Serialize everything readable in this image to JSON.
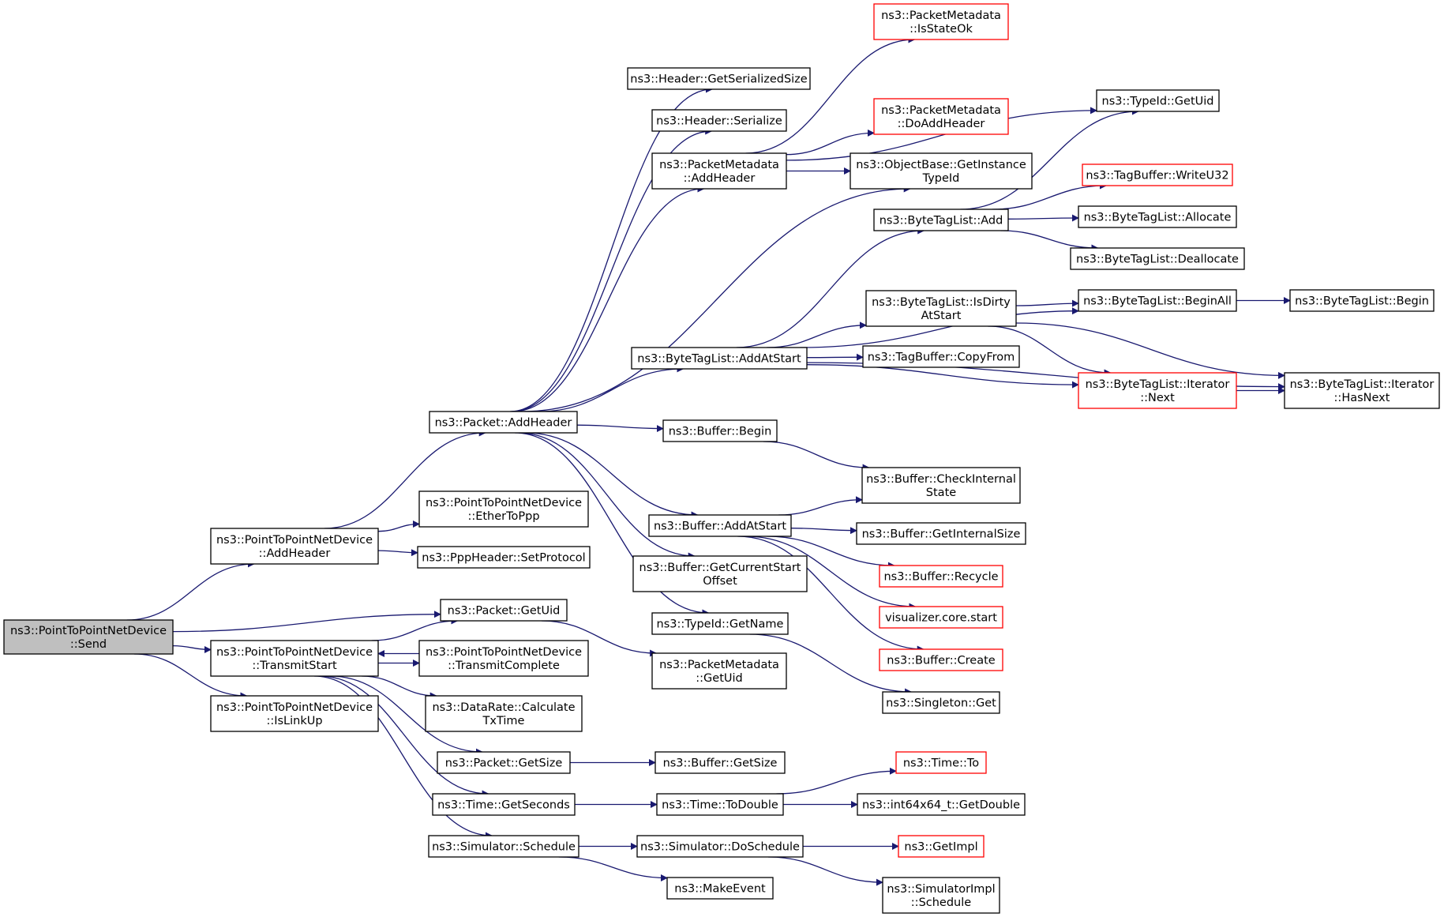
{
  "colors": {
    "edge": "#191970",
    "root_fill": "#bfbfbf",
    "node_border": "#000000",
    "undocumented_border": "#ff0000",
    "node_fill": "#ffffff"
  },
  "nodes": [
    {
      "id": "send",
      "lines": [
        "ns3::PointToPointNetDevice",
        "::Send"
      ],
      "kind": "root"
    },
    {
      "id": "p2p_addheader",
      "lines": [
        "ns3::PointToPointNetDevice",
        "::AddHeader"
      ],
      "kind": "normal"
    },
    {
      "id": "packet_getuid",
      "lines": [
        "ns3::Packet::GetUid"
      ],
      "kind": "normal"
    },
    {
      "id": "transmitstart",
      "lines": [
        "ns3::PointToPointNetDevice",
        "::TransmitStart"
      ],
      "kind": "normal"
    },
    {
      "id": "islinkup",
      "lines": [
        "ns3::PointToPointNetDevice",
        "::IsLinkUp"
      ],
      "kind": "normal"
    },
    {
      "id": "packet_addheader",
      "lines": [
        "ns3::Packet::AddHeader"
      ],
      "kind": "normal"
    },
    {
      "id": "ethertoppp",
      "lines": [
        "ns3::PointToPointNetDevice",
        "::EtherToPpp"
      ],
      "kind": "normal"
    },
    {
      "id": "setprotocol",
      "lines": [
        "ns3::PppHeader::SetProtocol"
      ],
      "kind": "normal"
    },
    {
      "id": "transmitcomplete",
      "lines": [
        "ns3::PointToPointNetDevice",
        "::TransmitComplete"
      ],
      "kind": "normal"
    },
    {
      "id": "calctxtime",
      "lines": [
        "ns3::DataRate::Calculate",
        "TxTime"
      ],
      "kind": "normal"
    },
    {
      "id": "packet_getsize",
      "lines": [
        "ns3::Packet::GetSize"
      ],
      "kind": "normal"
    },
    {
      "id": "time_getseconds",
      "lines": [
        "ns3::Time::GetSeconds"
      ],
      "kind": "normal"
    },
    {
      "id": "sim_schedule",
      "lines": [
        "ns3::Simulator::Schedule"
      ],
      "kind": "normal"
    },
    {
      "id": "header_getsersize",
      "lines": [
        "ns3::Header::GetSerializedSize"
      ],
      "kind": "normal"
    },
    {
      "id": "header_serialize",
      "lines": [
        "ns3::Header::Serialize"
      ],
      "kind": "normal"
    },
    {
      "id": "pm_addheader",
      "lines": [
        "ns3::PacketMetadata",
        "::AddHeader"
      ],
      "kind": "normal"
    },
    {
      "id": "btl_addatstart",
      "lines": [
        "ns3::ByteTagList::AddAtStart"
      ],
      "kind": "normal"
    },
    {
      "id": "buffer_begin",
      "lines": [
        "ns3::Buffer::Begin"
      ],
      "kind": "normal"
    },
    {
      "id": "buffer_addatstart",
      "lines": [
        "ns3::Buffer::AddAtStart"
      ],
      "kind": "normal"
    },
    {
      "id": "buffer_getcurstart",
      "lines": [
        "ns3::Buffer::GetCurrentStart",
        "Offset"
      ],
      "kind": "normal"
    },
    {
      "id": "typeid_getname",
      "lines": [
        "ns3::TypeId::GetName"
      ],
      "kind": "normal"
    },
    {
      "id": "pm_getuid",
      "lines": [
        "ns3::PacketMetadata",
        "::GetUid"
      ],
      "kind": "normal"
    },
    {
      "id": "buffer_getsize",
      "lines": [
        "ns3::Buffer::GetSize"
      ],
      "kind": "normal"
    },
    {
      "id": "time_todouble",
      "lines": [
        "ns3::Time::ToDouble"
      ],
      "kind": "normal"
    },
    {
      "id": "sim_doschedule",
      "lines": [
        "ns3::Simulator::DoSchedule"
      ],
      "kind": "normal"
    },
    {
      "id": "makeevent",
      "lines": [
        "ns3::MakeEvent"
      ],
      "kind": "normal"
    },
    {
      "id": "pm_isstateok",
      "lines": [
        "ns3::PacketMetadata",
        "::IsStateOk"
      ],
      "kind": "red"
    },
    {
      "id": "pm_doaddheader",
      "lines": [
        "ns3::PacketMetadata",
        "::DoAddHeader"
      ],
      "kind": "red"
    },
    {
      "id": "objbase_getinst",
      "lines": [
        "ns3::ObjectBase::GetInstance",
        "TypeId"
      ],
      "kind": "normal"
    },
    {
      "id": "btl_add",
      "lines": [
        "ns3::ByteTagList::Add"
      ],
      "kind": "normal"
    },
    {
      "id": "btl_isdirty",
      "lines": [
        "ns3::ByteTagList::IsDirty",
        "AtStart"
      ],
      "kind": "normal"
    },
    {
      "id": "tagbuffer_copyfrom",
      "lines": [
        "ns3::TagBuffer::CopyFrom"
      ],
      "kind": "normal"
    },
    {
      "id": "buffer_checkinternal",
      "lines": [
        "ns3::Buffer::CheckInternal",
        "State"
      ],
      "kind": "normal"
    },
    {
      "id": "buffer_getinternalsize",
      "lines": [
        "ns3::Buffer::GetInternalSize"
      ],
      "kind": "normal"
    },
    {
      "id": "buffer_recycle",
      "lines": [
        "ns3::Buffer::Recycle"
      ],
      "kind": "red"
    },
    {
      "id": "viz_start",
      "lines": [
        "visualizer.core.start"
      ],
      "kind": "red"
    },
    {
      "id": "buffer_create",
      "lines": [
        "ns3::Buffer::Create"
      ],
      "kind": "red"
    },
    {
      "id": "singleton_get",
      "lines": [
        "ns3::Singleton::Get"
      ],
      "kind": "normal"
    },
    {
      "id": "time_to",
      "lines": [
        "ns3::Time::To"
      ],
      "kind": "red"
    },
    {
      "id": "int64_getdouble",
      "lines": [
        "ns3::int64x64_t::GetDouble"
      ],
      "kind": "normal"
    },
    {
      "id": "getimpl",
      "lines": [
        "ns3::GetImpl"
      ],
      "kind": "red"
    },
    {
      "id": "simimpl_schedule",
      "lines": [
        "ns3::SimulatorImpl",
        "::Schedule"
      ],
      "kind": "normal"
    },
    {
      "id": "typeid_getuid",
      "lines": [
        "ns3::TypeId::GetUid"
      ],
      "kind": "normal"
    },
    {
      "id": "tagbuffer_writeu32",
      "lines": [
        "ns3::TagBuffer::WriteU32"
      ],
      "kind": "red"
    },
    {
      "id": "btl_allocate",
      "lines": [
        "ns3::ByteTagList::Allocate"
      ],
      "kind": "normal"
    },
    {
      "id": "btl_deallocate",
      "lines": [
        "ns3::ByteTagList::Deallocate"
      ],
      "kind": "normal"
    },
    {
      "id": "btl_beginall",
      "lines": [
        "ns3::ByteTagList::BeginAll"
      ],
      "kind": "normal"
    },
    {
      "id": "btl_iter_next",
      "lines": [
        "ns3::ByteTagList::Iterator",
        "::Next"
      ],
      "kind": "red"
    },
    {
      "id": "btl_iter_hasnext",
      "lines": [
        "ns3::ByteTagList::Iterator",
        "::HasNext"
      ],
      "kind": "normal"
    },
    {
      "id": "btl_begin",
      "lines": [
        "ns3::ByteTagList::Begin"
      ],
      "kind": "normal"
    }
  ],
  "edges": [
    [
      "send",
      "p2p_addheader"
    ],
    [
      "send",
      "packet_getuid"
    ],
    [
      "send",
      "transmitstart"
    ],
    [
      "send",
      "islinkup"
    ],
    [
      "p2p_addheader",
      "packet_addheader"
    ],
    [
      "p2p_addheader",
      "ethertoppp"
    ],
    [
      "p2p_addheader",
      "setprotocol"
    ],
    [
      "transmitstart",
      "packet_getuid"
    ],
    [
      "transmitstart",
      "transmitcomplete"
    ],
    [
      "transmitcomplete",
      "transmitstart"
    ],
    [
      "transmitstart",
      "calctxtime"
    ],
    [
      "transmitstart",
      "packet_getsize"
    ],
    [
      "transmitstart",
      "time_getseconds"
    ],
    [
      "transmitstart",
      "sim_schedule"
    ],
    [
      "packet_getuid",
      "pm_getuid"
    ],
    [
      "packet_addheader",
      "header_getsersize"
    ],
    [
      "packet_addheader",
      "header_serialize"
    ],
    [
      "packet_addheader",
      "pm_addheader"
    ],
    [
      "packet_addheader",
      "objbase_getinst"
    ],
    [
      "packet_addheader",
      "btl_addatstart"
    ],
    [
      "packet_addheader",
      "buffer_begin"
    ],
    [
      "packet_addheader",
      "buffer_addatstart"
    ],
    [
      "packet_addheader",
      "buffer_getcurstart"
    ],
    [
      "packet_addheader",
      "typeid_getname"
    ],
    [
      "pm_addheader",
      "pm_isstateok"
    ],
    [
      "pm_addheader",
      "typeid_getuid"
    ],
    [
      "pm_addheader",
      "pm_doaddheader"
    ],
    [
      "pm_addheader",
      "objbase_getinst"
    ],
    [
      "btl_addatstart",
      "btl_add"
    ],
    [
      "btl_addatstart",
      "btl_beginall"
    ],
    [
      "btl_addatstart",
      "btl_isdirty"
    ],
    [
      "btl_addatstart",
      "tagbuffer_copyfrom"
    ],
    [
      "btl_addatstart",
      "btl_iter_next"
    ],
    [
      "btl_addatstart",
      "btl_iter_hasnext"
    ],
    [
      "btl_add",
      "typeid_getuid"
    ],
    [
      "btl_add",
      "tagbuffer_writeu32"
    ],
    [
      "btl_add",
      "btl_allocate"
    ],
    [
      "btl_add",
      "btl_deallocate"
    ],
    [
      "btl_isdirty",
      "btl_beginall"
    ],
    [
      "btl_isdirty",
      "btl_iter_next"
    ],
    [
      "btl_isdirty",
      "btl_iter_hasnext"
    ],
    [
      "btl_beginall",
      "btl_begin"
    ],
    [
      "btl_iter_next",
      "btl_iter_hasnext"
    ],
    [
      "buffer_begin",
      "buffer_checkinternal"
    ],
    [
      "buffer_addatstart",
      "buffer_checkinternal"
    ],
    [
      "buffer_addatstart",
      "buffer_getinternalsize"
    ],
    [
      "buffer_addatstart",
      "buffer_recycle"
    ],
    [
      "buffer_addatstart",
      "viz_start"
    ],
    [
      "buffer_addatstart",
      "buffer_create"
    ],
    [
      "typeid_getname",
      "singleton_get"
    ],
    [
      "packet_getsize",
      "buffer_getsize"
    ],
    [
      "time_getseconds",
      "time_todouble"
    ],
    [
      "time_todouble",
      "time_to"
    ],
    [
      "time_todouble",
      "int64_getdouble"
    ],
    [
      "sim_schedule",
      "sim_doschedule"
    ],
    [
      "sim_schedule",
      "makeevent"
    ],
    [
      "sim_doschedule",
      "getimpl"
    ],
    [
      "sim_doschedule",
      "simimpl_schedule"
    ]
  ]
}
